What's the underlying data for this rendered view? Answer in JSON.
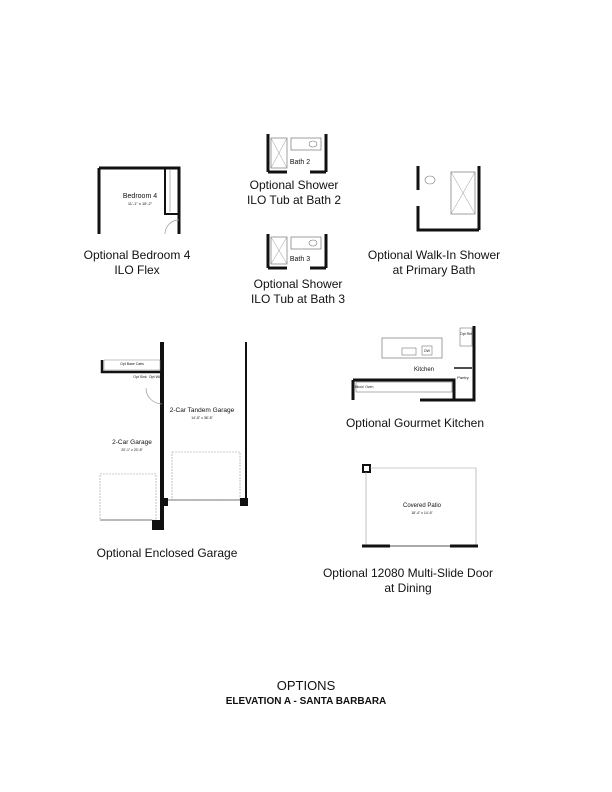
{
  "options": [
    {
      "caption": [
        "Optional Bedroom 4",
        "ILO Flex"
      ],
      "rooms": {
        "name": "Bedroom 4",
        "dims": "11'-1\" x 15'-2\""
      }
    },
    {
      "caption": [
        "Optional Shower",
        "ILO Tub at Bath 2"
      ],
      "rooms": {
        "name": "Bath 2"
      }
    },
    {
      "caption": [
        "Optional Shower",
        "ILO Tub at Bath 3"
      ],
      "rooms": {
        "name": "Bath 3"
      }
    },
    {
      "caption": [
        "Optional Walk-In Shower",
        "at Primary Bath"
      ]
    },
    {
      "caption": [
        "Optional Gourmet Kitchen"
      ],
      "rooms": {
        "name": "Kitchen",
        "pantry": "Pantry",
        "opt_ref": "Opt Ref",
        "micro": "Micro/ Oven",
        "dw": "DW"
      }
    },
    {
      "caption": [
        "Optional Enclosed Garage"
      ],
      "rooms": {
        "tandem": "2-Car Tandem Garage",
        "tandem_dims": "14'-8\" x 38'-8\"",
        "garage": "2-Car Garage",
        "garage_dims": "20'-1\" x 20'-8\"",
        "cabs": "Opt Base Cabs",
        "sink": "Opt Sink",
        "wal": "Opt WAL"
      }
    },
    {
      "caption": [
        "Optional 12080 Multi-Slide Door",
        "at Dining"
      ],
      "rooms": {
        "name": "Covered Patio",
        "dims": "18'-4\" x 14'-6\""
      }
    }
  ],
  "footer": {
    "title": "OPTIONS",
    "subtitle": "ELEVATION A - SANTA BARBARA"
  }
}
